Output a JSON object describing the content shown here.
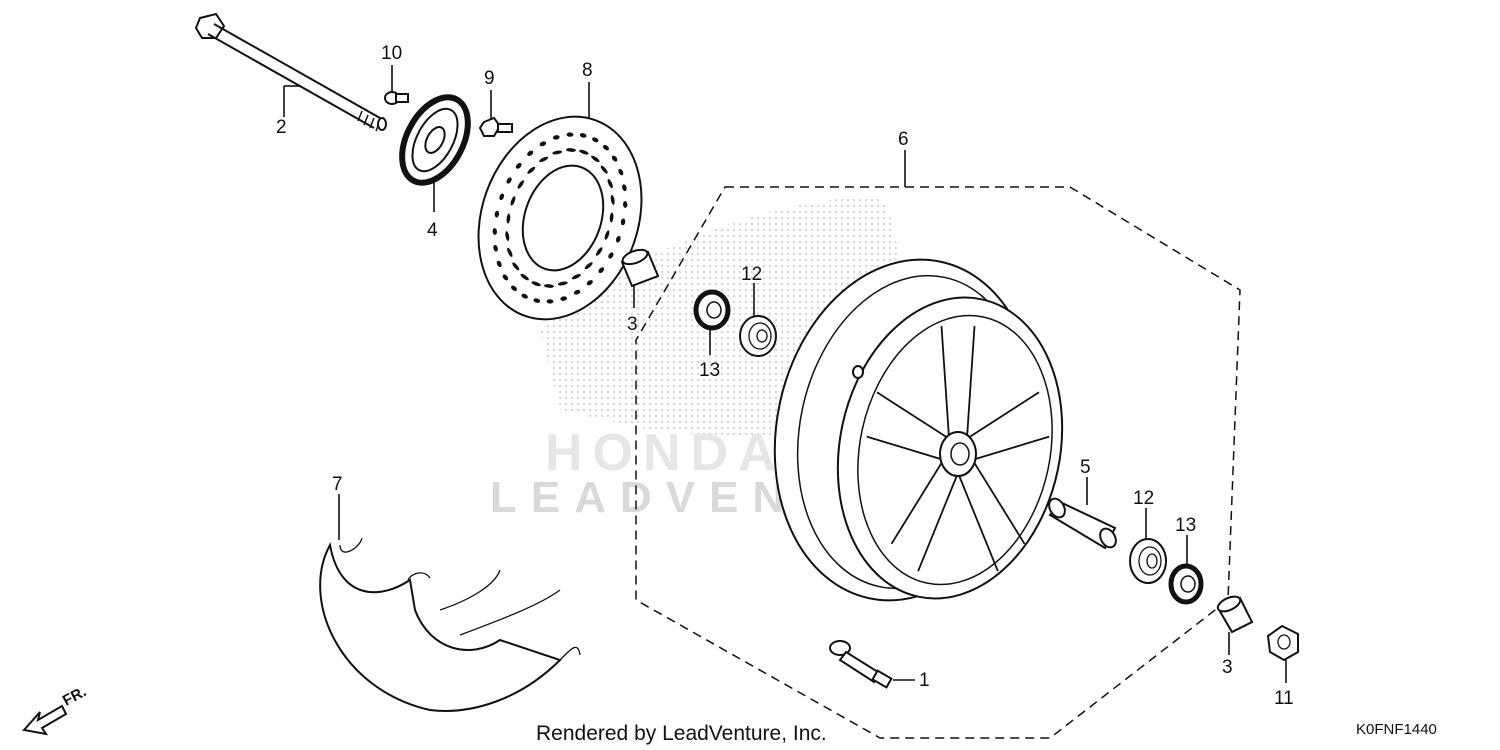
{
  "diagram": {
    "callouts": {
      "axle_bolt": "2",
      "disc_screw": "10",
      "disc_bolt": "9",
      "brake_disc": "8",
      "meter_gear": "4",
      "wheel": "6",
      "collar_left": "3",
      "bearing_left": "12",
      "dust_seal_left": "13",
      "tire_flap": "7",
      "distance_collar": "5",
      "bearing_right": "12",
      "dust_seal_right": "13",
      "collar_right": "3",
      "axle_nut": "11",
      "valve": "1"
    },
    "watermark": "LEADVENTURE",
    "watermark_brand": "HONDA",
    "direction_label": "FR.",
    "footer_text": "Rendered by LeadVenture, Inc.",
    "diagram_code": "K0FNF1440"
  }
}
